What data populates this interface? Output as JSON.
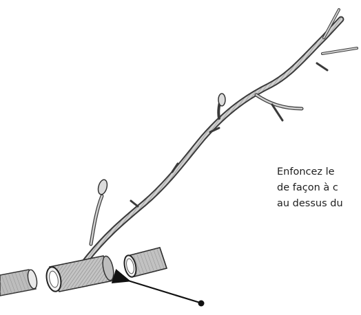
{
  "caption": {
    "lines": [
      "Enfoncez le",
      "de façon à c",
      "au dessus du"
    ]
  },
  "colors": {
    "ink": "#2a2a2a",
    "bark_light": "#cfcfcf",
    "bark_mid": "#9a9a9a",
    "arrow": "#111111"
  },
  "illustration": {
    "subject": "grafted branch in split bark tube",
    "icons": [
      "branch-illustration",
      "bark-tube-left",
      "bark-tube-middle",
      "bark-tube-right",
      "pointer-arrow-icon"
    ]
  }
}
